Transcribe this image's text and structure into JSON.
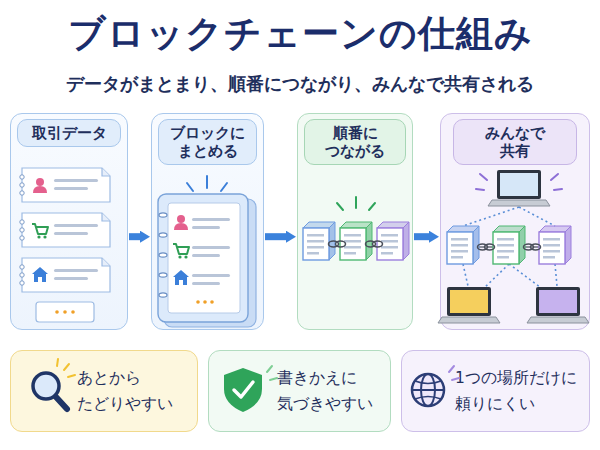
{
  "diagram": {
    "title": "ブロックチェーンの仕組み",
    "nodes": [
      {
        "text": [
          "取引データ"
        ]
      },
      {
        "text": [
          "ブロックに まとめる"
        ]
      },
      {
        "text": [
          "順番に つながる"
        ]
      },
      {
        "text": [
          "みんなで 共有"
        ]
      },
      {
        "text": [
          "あとから たどりやすい"
        ]
      },
      {
        "text": [
          "書きかえに 気づきやすい"
        ]
      },
      {
        "text": [
          "1つの場所だけに 頼りにくい"
        ]
      }
    ],
    "edges": [
      {
        "from": 0,
        "to": 1,
        "arrow": "to"
      },
      {
        "from": 1,
        "to": 2,
        "arrow": "to"
      },
      {
        "from": 2,
        "to": 3,
        "arrow": "to"
      }
    ],
    "labels": [
      "データがまとまり、順番につながり、みんなで共有される"
    ]
  }
}
